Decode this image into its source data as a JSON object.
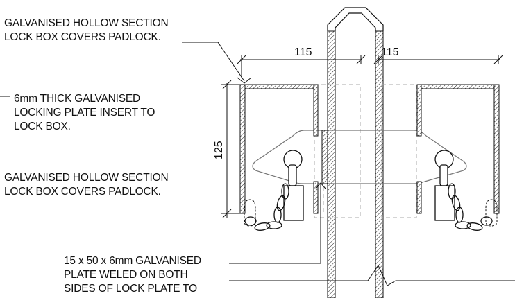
{
  "callouts": {
    "top_lock_box": [
      "GALVANISED HOLLOW SECTION",
      "LOCK BOX COVERS PADLOCK."
    ],
    "locking_plate": [
      "6mm THICK GALVANISED",
      "LOCKING PLATE  INSERT TO",
      "LOCK BOX."
    ],
    "lower_lock_box": [
      "GALVANISED HOLLOW SECTION",
      "LOCK BOX COVERS PADLOCK."
    ],
    "weld_plate": [
      "15 x 50 x 6mm GALVANISED",
      "PLATE WELED ON BOTH",
      "SIDES OF LOCK PLATE TO"
    ]
  },
  "dimensions": {
    "left_width": "115",
    "right_width": "115",
    "height": "125"
  }
}
